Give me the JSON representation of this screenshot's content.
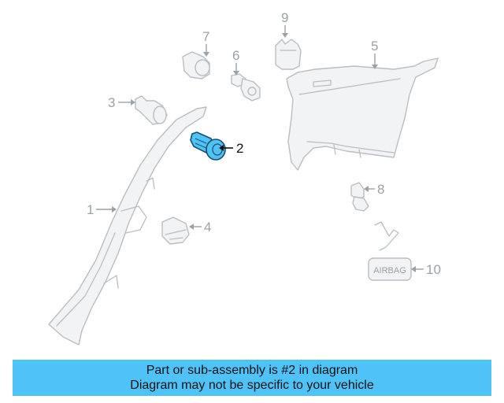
{
  "callouts": {
    "c1": "1",
    "c2": "2",
    "c3": "3",
    "c4": "4",
    "c5": "5",
    "c6": "6",
    "c7": "7",
    "c8": "8",
    "c9": "9",
    "c10": "10"
  },
  "airbag_label": "AIRBAG",
  "highlighted_part": "2",
  "banner": {
    "line1": "Part or sub-assembly is #2 in diagram",
    "line2": "Diagram may not be specific to your vehicle"
  },
  "colors": {
    "highlight": "#4fc3f7",
    "part_outline": "#b9bec4",
    "callout_text": "#9aa1a8",
    "banner_bg": "#4fc3f7"
  }
}
